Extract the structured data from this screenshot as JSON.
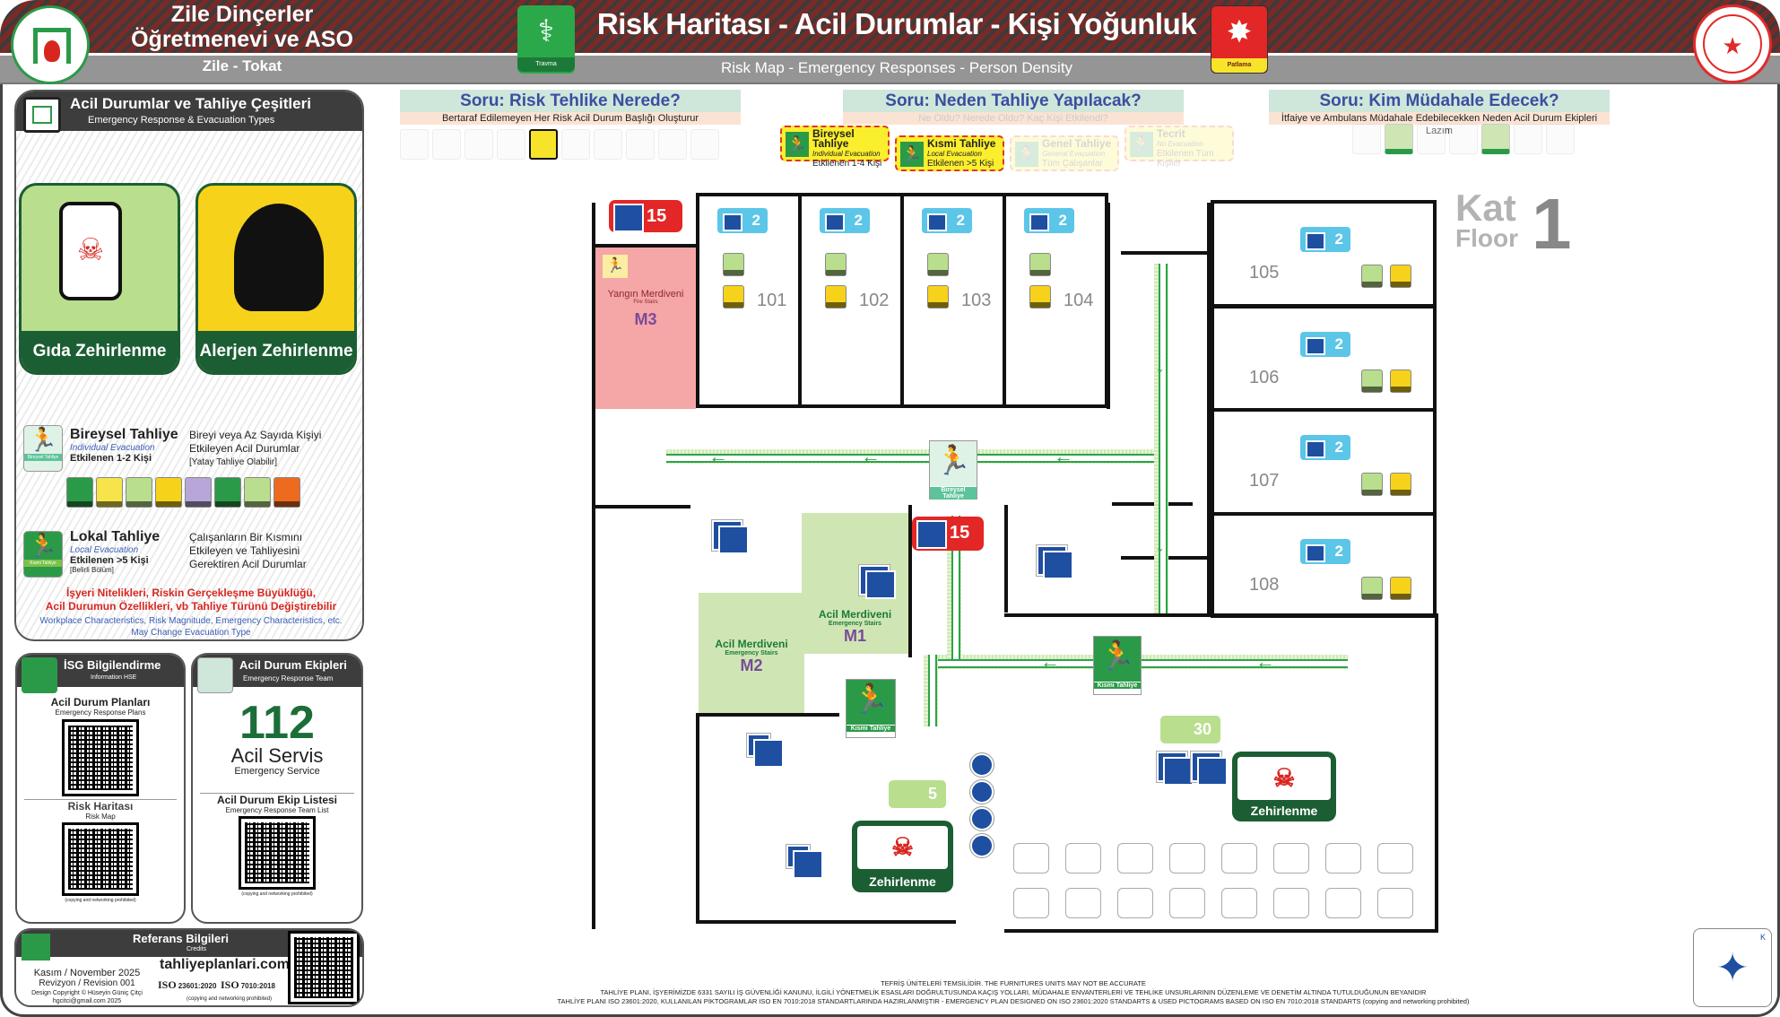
{
  "header": {
    "org_line1": "Zile Dinçerler",
    "org_line2": "Öğretmenevi ve ASO",
    "location": "Zile - Tokat",
    "title": "Risk Haritası - Acil Durumlar - Kişi Yoğunluk",
    "subtitle": "Risk Map - Emergency Responses - Person Density",
    "left_icon_label": "Travma",
    "right_icon_label": "Patlama",
    "colors": {
      "stripe": "#7a2a26",
      "band": "#959595",
      "accent_green": "#1c5e33"
    }
  },
  "left_panel": {
    "title": "Acil Durumlar ve Tahliye Çeşitleri",
    "subtitle": "Emergency Response & Evacuation Types",
    "hazards": [
      {
        "label": "Gıda Zehirlenme",
        "color": "#b9de8d"
      },
      {
        "label": "Alerjen Zehirlenme",
        "color": "#f7d21b"
      }
    ],
    "individual": {
      "title": "Bireysel Tahliye",
      "en": "Individual Evacuation",
      "affected": "Etkilenen 1-2 Kişi",
      "desc1": "Bireyi veya Az Sayıda Kişiyi",
      "desc2": "Etkileyen Acil Durumlar",
      "desc3": "[Yatay Tahliye Olabilir]",
      "icon_label": "Bireysel Tahliye"
    },
    "pictos": [
      "#2b9a48",
      "#f7e44a",
      "#b9de8d",
      "#f7d21b",
      "#b7a6d8",
      "#2b9a48",
      "#b9de8d",
      "#ee6a1f"
    ],
    "local": {
      "title": "Lokal Tahliye",
      "en": "Local Evacuation",
      "affected": "Etkilenen >5 Kişi",
      "section": "[Belirli Bölüm]",
      "desc1": "Çalışanların Bir Kısmını",
      "desc2": "Etkileyen ve Tahliyesini",
      "desc3": "Gerektiren Acil Durumlar",
      "icon_label": "Kısmi Tahliye"
    },
    "note_tr1": "İşyeri Nitelikleri, Riskin Gerçekleşme Büyüklüğü,",
    "note_tr2": "Acil Durumun Özellikleri, vb Tahliye Türünü Değiştirebilir",
    "note_en1": "Workplace Characteristics, Risk Magnitude, Emergency Characteristics, etc.",
    "note_en2": "May Change Evacuation Type"
  },
  "isg": {
    "title": "İSG Bilgilendirme",
    "subtitle": "Information HSE",
    "plans": "Acil Durum Planları",
    "plans_en": "Emergency Response Plans",
    "risk": "Risk Haritası",
    "risk_en": "Risk Map",
    "note": "(copying and networking prohibited)"
  },
  "team": {
    "title": "Acil Durum Ekipleri",
    "subtitle": "Emergency Response Team",
    "number": "112",
    "service": "Acil Servis",
    "service_en": "Emergency Service",
    "list": "Acil Durum Ekip Listesi",
    "list_en": "Emergency Response Team List",
    "note": "(copying and networking prohibited)"
  },
  "credits": {
    "title": "Referans Bilgileri",
    "subtitle": "Credits",
    "date": "Kasım / November 2025",
    "revision": "Revizyon / Revision 001",
    "copyright": "Design Copyright © Hüseyin Güniç Çitçi",
    "email": "hgcitci@gmail.com 2025",
    "site": "tahliyeplanlari.com",
    "iso1": "23601:2020",
    "iso2": "7010:2018",
    "iso_label": "ISO",
    "prohibited": "(copying and networking prohibited)"
  },
  "questions": [
    {
      "title": "Soru: Risk Tehlike Nerede?",
      "sub": "Bertaraf Edilemeyen Her Risk Acil Durum Başlığı Oluşturur"
    },
    {
      "title": "Soru: Neden Tahliye Yapılacak?",
      "sub": "Ne Oldu? Nerede Oldu? Kaç Kişi Etkilendi?"
    },
    {
      "title": "Soru: Kim Müdahale Edecek?",
      "sub": "İtfaiye ve Ambulans Müdahale Edebilecekken Neden Acil Durum Ekipleri Lazım"
    }
  ],
  "evac_types": [
    {
      "title": "Bireysel Tahliye",
      "en": "Individual Evacuation",
      "affected": "Etkilenen 1-4 Kişi",
      "active": true
    },
    {
      "title": "Kısmi Tahliye",
      "en": "Local Evacuation",
      "affected": "Etkilenen >5 Kişi",
      "active": true
    },
    {
      "title": "Genel Tahliye",
      "en": "General Evacuation",
      "affected": "Tüm Çalışanlar",
      "active": false
    },
    {
      "title": "Tecrit",
      "en": "No Evacuation",
      "affected": "Etkilenen Tüm Kişiler",
      "active": false
    }
  ],
  "floor": {
    "kat": "Kat",
    "floor": "Floor",
    "number": "1",
    "rooms": [
      "101",
      "102",
      "103",
      "104",
      "105",
      "106",
      "107",
      "108"
    ],
    "beds": "2",
    "stair_count_top": "15",
    "stair_count_mid": "15",
    "fire_stairs": "Yangın Merdiveni",
    "fire_stairs_en": "Fire Stairs",
    "m3": "M3",
    "em_stairs": "Acil Merdiveni",
    "em_stairs_en": "Emergency Stairs",
    "m1": "M1",
    "m2": "M2",
    "exit_individual": "Bireysel Tahliye",
    "exit_local": "Kısmi Tahliye",
    "dining_count": "30",
    "small_count": "5",
    "poison": "Zehirlenme"
  },
  "footer": {
    "line1": "TEFRİŞ ÜNİTELERİ TEMSİLİDİR. THE FURNITURES UNITS MAY NOT BE ACCURATE",
    "line2": "TAHLİYE PLANI, İŞYERİMİZDE 6331 SAYILI İŞ GÜVENLİĞİ KANUNU, İLGİLİ YÖNETMELİK ESASLARI DOĞRULTUSUNDA KAÇIŞ YOLLARI, MÜDAHALE ENVANTERLERİ VE TEHLİKE UNSURLARININ DÜZENLEME VE DENETİM ALTINDA TUTULDUĞUNUN BEYANIDIR",
    "line3": "TAHLİYE PLANI ISO 23601:2020, KULLANILAN PİKTOGRAMLAR ISO EN 7010:2018 STANDARTLARINDA HAZIRLANMIŞTIR - EMERGENCY PLAN DESIGNED ON ISO 23601:2020 STANDARTS & USED PICTOGRAMS BASED ON ISO EN 7010:2018 STANDARTS (copying and networking prohibited)"
  },
  "compass": {
    "north": "K"
  }
}
